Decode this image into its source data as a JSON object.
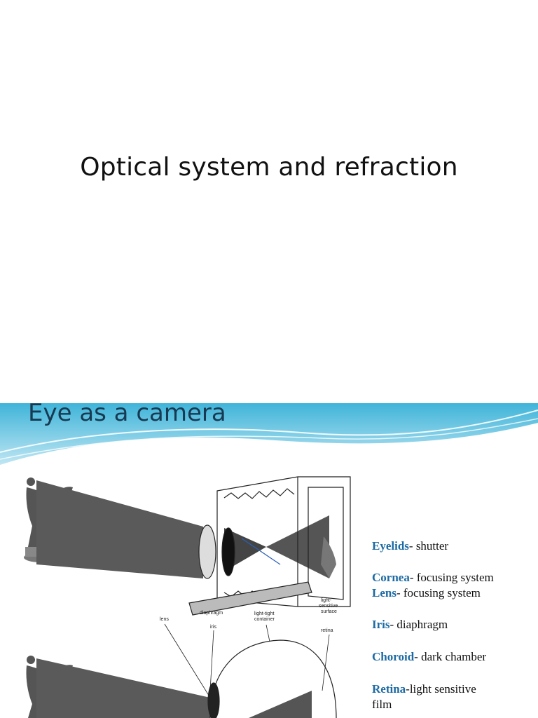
{
  "slide1": {
    "title": "Optical system and refraction"
  },
  "slide2": {
    "title": "Eye as a camera",
    "diagram_labels": {
      "lens": "lens",
      "diaphragm": "diaphragm",
      "container": "light-tight\ncontainer",
      "surface": "light-\nsensitive\nsurface",
      "iris": "iris",
      "retina": "retina"
    },
    "legend": [
      {
        "term": "Eyelids",
        "desc": "- shutter"
      },
      {
        "term": "Cornea",
        "desc": "- focusing system"
      },
      {
        "term": "Lens",
        "desc": "- focusing system"
      },
      {
        "term": "Iris",
        "desc": "- diaphragm"
      },
      {
        "term": "Choroid",
        "desc": "- dark chamber"
      },
      {
        "term": "Retina",
        "desc": "-light sensitive",
        "desc2": "film"
      }
    ]
  }
}
